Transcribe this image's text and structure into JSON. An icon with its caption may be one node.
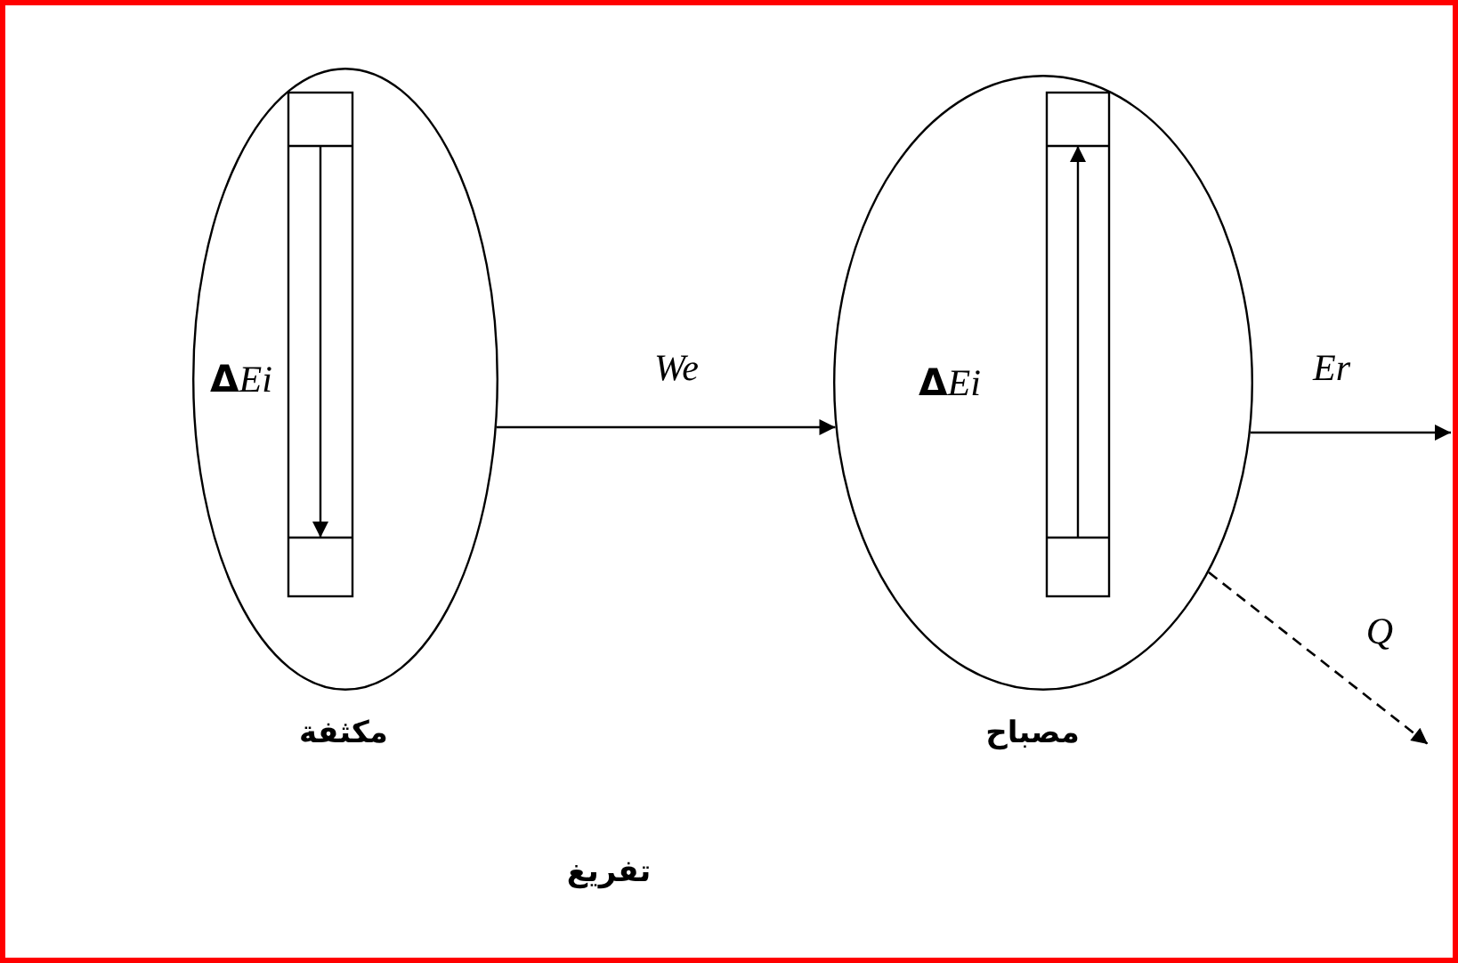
{
  "diagram": {
    "nodes": [
      {
        "text": [
          "**Δ**Ei",
          "مكثفة"
        ]
      },
      {
        "text": [
          "**Δ**Ei",
          "مصباح"
        ]
      }
    ],
    "edges": [
      {
        "from": 0,
        "to": 1,
        "arrow": "to",
        "label": "We"
      },
      {
        "from": 1,
        "to": null,
        "arrow": "to",
        "label": "Er"
      },
      {
        "from": 1,
        "to": null,
        "arrow": "to",
        "label": "Q",
        "style": "dashed"
      }
    ],
    "labels": [
      "تفريغ"
    ]
  }
}
